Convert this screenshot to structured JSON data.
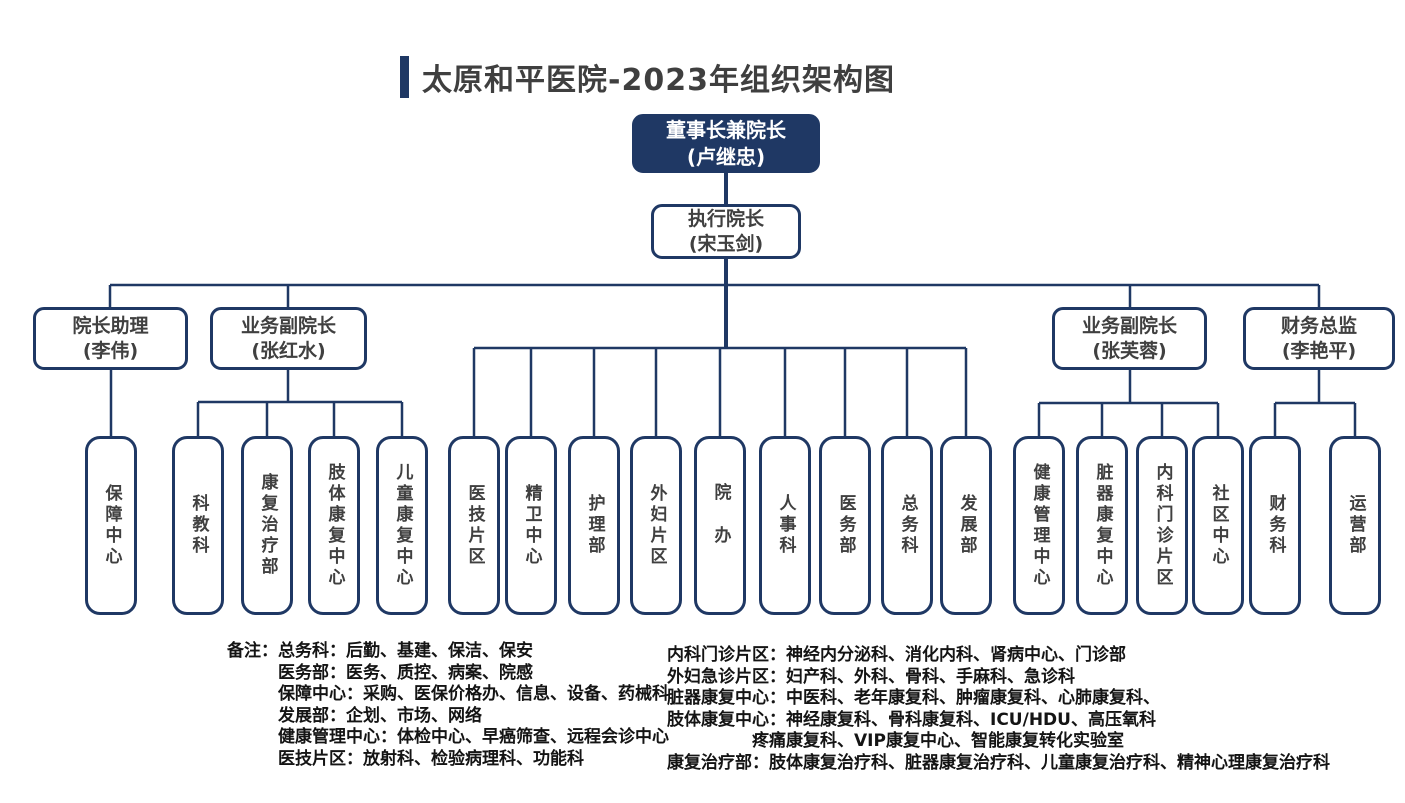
{
  "title": "太原和平医院-2023年组织架构图",
  "colors": {
    "navy": "#1F3864",
    "title_text": "#3F3F3F",
    "box_text": "#404040"
  },
  "org": {
    "chairman": {
      "title": "董事长兼院长",
      "name": "(卢继忠)"
    },
    "executive": {
      "title": "执行院长",
      "name": "(宋玉剑)"
    },
    "level3": [
      {
        "title": "院长助理",
        "name": "(李伟)"
      },
      {
        "title": "业务副院长",
        "name": "(张红水)"
      },
      {
        "title": "业务副院长",
        "name": "(张芙蓉)"
      },
      {
        "title": "财务总监",
        "name": "(李艳平)"
      }
    ],
    "level4_left": [
      "保障中心",
      "科教科",
      "康复治疗部",
      "肢体康复中心",
      "儿童康复中心"
    ],
    "level4_middle": [
      "医技片区",
      "精卫中心",
      "护理部",
      "外妇片区",
      "院办",
      "人事科",
      "医务部",
      "总务科",
      "发展部"
    ],
    "level4_right": [
      "健康管理中心",
      "脏器康复中心",
      "内科门诊片区",
      "社区中心",
      "财务科",
      "运营部"
    ]
  },
  "notes": {
    "label": "备注：",
    "left": [
      "总务科：后勤、基建、保洁、保安",
      "医务部：医务、质控、病案、院感",
      "保障中心：采购、医保价格办、信息、设备、药械科",
      "发展部：企划、市场、网络",
      "健康管理中心：体检中心、早癌筛查、远程会诊中心",
      "医技片区：放射科、检验病理科、功能科"
    ],
    "right": [
      "内科门诊片区：神经内分泌科、消化内科、肾病中心、门诊部",
      "外妇急诊片区：妇产科、外科、骨科、手麻科、急诊科",
      "脏器康复中心：中医科、老年康复科、肿瘤康复科、心肺康复科、",
      "肢体康复中心：神经康复科、骨科康复科、ICU/HDU、高压氧科",
      "疼痛康复科、VIP康复中心、智能康复转化实验室",
      "康复治疗部：肢体康复治疗科、脏器康复治疗科、儿童康复治疗科、精神心理康复治疗科"
    ]
  }
}
